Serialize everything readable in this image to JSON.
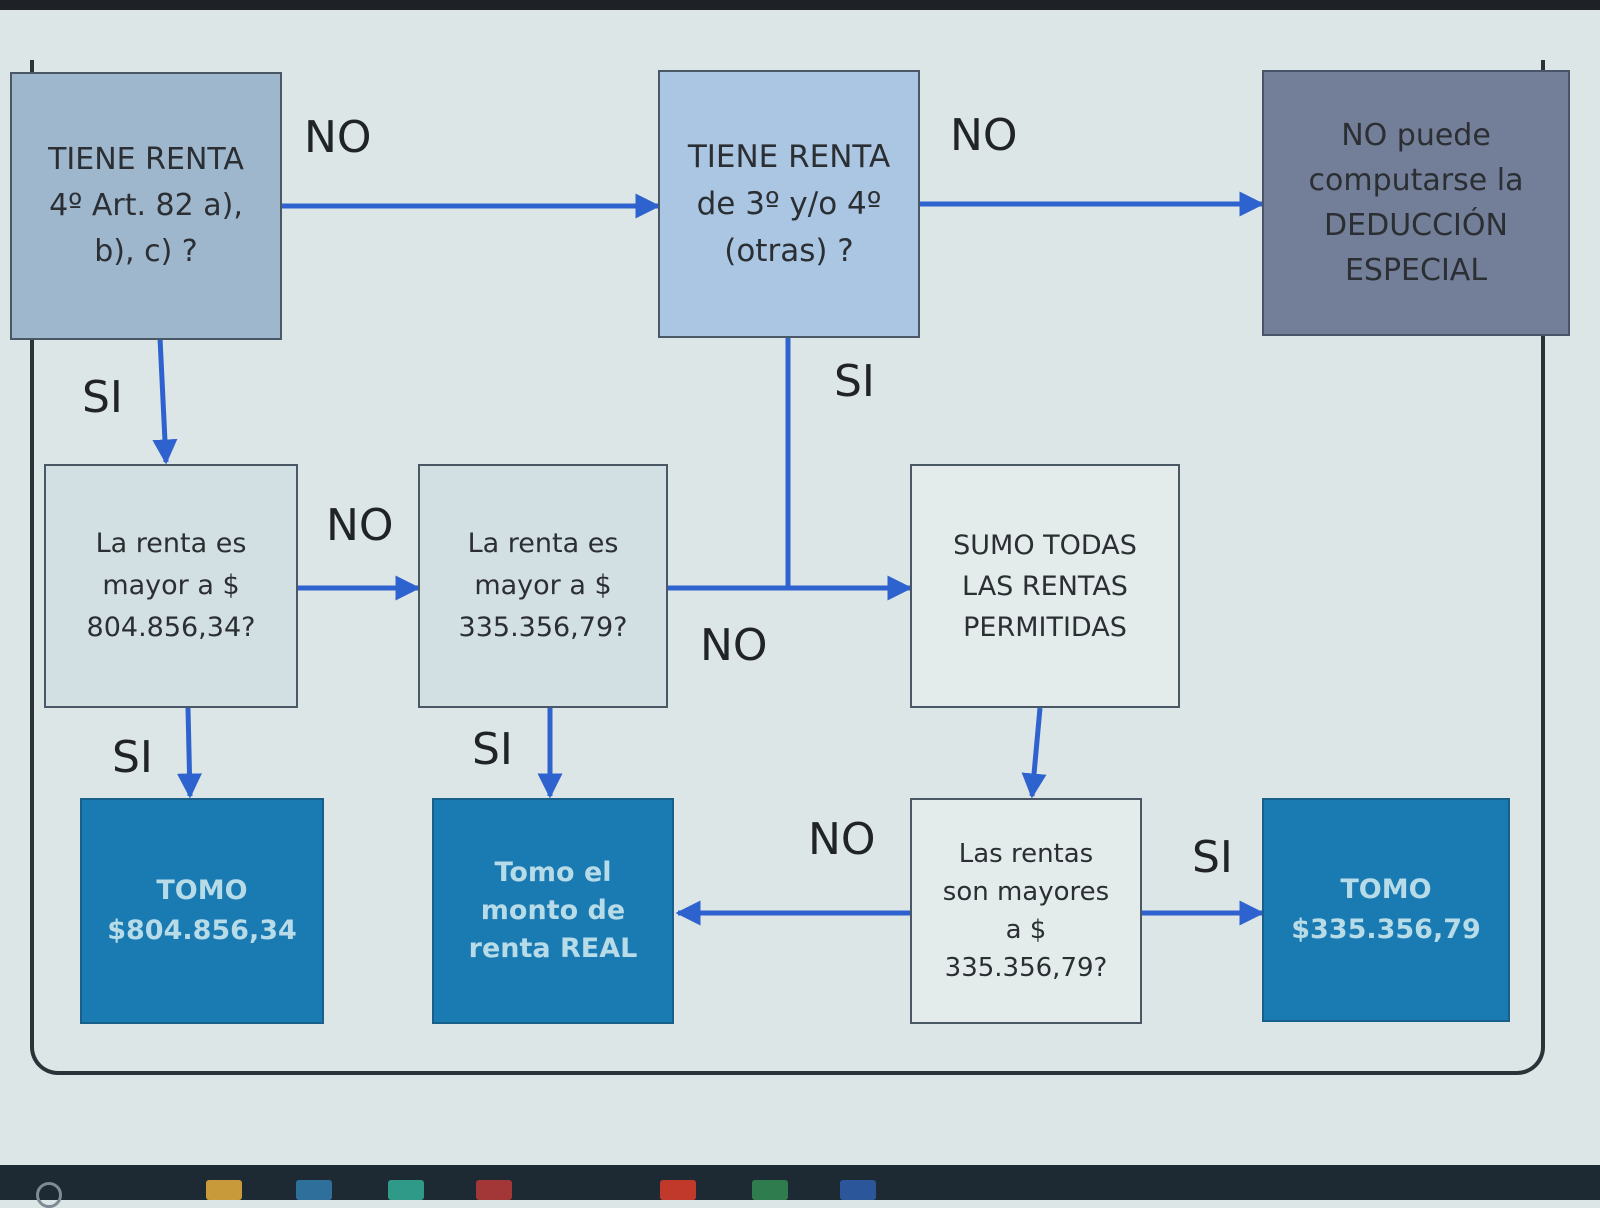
{
  "boxes": {
    "q_renta_4_art82": "TIENE RENTA\n4º Art. 82 a),\nb), c) ?",
    "q_renta_3_4_otras": "TIENE RENTA\nde 3º y/o 4º\n(otras) ?",
    "no_deduccion": "NO puede\ncomputarse la\nDEDUCCIÓN\nESPECIAL",
    "q_mayor_804": "La renta es\nmayor a $\n804.856,34?",
    "q_mayor_335": "La renta es\nmayor a $\n335.356,79?",
    "sumo_rentas": "SUMO TODAS\nLAS RENTAS\nPERMITIDAS",
    "tomo_804": "TOMO\n$804.856,34",
    "tomo_real": "Tomo el\nmonto de\nrenta REAL",
    "q_rentas_mayores_335": "Las rentas\nson mayores\na $\n335.356,79?",
    "tomo_335": "TOMO\n$335.356,79"
  },
  "labels": {
    "no_1": "NO",
    "no_2": "NO",
    "si_1": "SI",
    "si_2": "SI",
    "no_3": "NO",
    "no_4": "NO",
    "si_3": "SI",
    "si_4": "SI",
    "no_5": "NO",
    "si_5": "SI"
  },
  "colors": {
    "arrow": "#2e63cf",
    "result_fill": "#1a7bb3",
    "question_fill": "#aac6e2",
    "negative_fill": "#737f98"
  }
}
